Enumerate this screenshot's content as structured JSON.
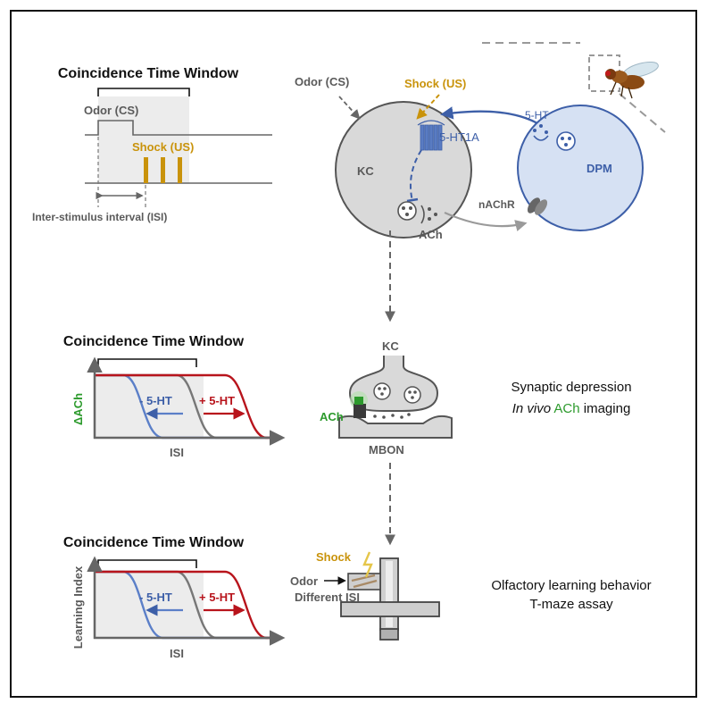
{
  "panel1": {
    "title": "Coincidence Time Window",
    "odor_label": "Odor (CS)",
    "shock_label": "Shock (US)",
    "isi_label": "Inter-stimulus interval (ISI)"
  },
  "circuit": {
    "odor_label": "Odor (CS)",
    "shock_label": "Shock (US)",
    "kc_label": "KC",
    "dpm_label": "DPM",
    "receptor_label": "5-HT1A",
    "serotonin_label": "5-HT",
    "nachr_label": "nAChR",
    "ach_label": "ACh"
  },
  "synapse": {
    "kc_label": "KC",
    "mbon_label": "MBON",
    "ach_label": "ACh"
  },
  "panel2": {
    "title": "Coincidence Time Window",
    "ylabel": "ΔACh",
    "xlabel": "ISI",
    "minus_label": "- 5-HT",
    "plus_label": "+ 5-HT",
    "desc_line1": "Synaptic depression",
    "desc_line2_italic": "In vivo",
    "desc_line2_green": "ACh",
    "desc_line2_rest": "imaging"
  },
  "tmaze": {
    "shock_label": "Shock",
    "odor_label": "Odor",
    "isi_label": "Different ISI"
  },
  "panel3": {
    "title": "Coincidence Time Window",
    "ylabel": "Learning Index",
    "xlabel": "ISI",
    "minus_label": "- 5-HT",
    "plus_label": "+ 5-HT",
    "desc_line1": "Olfactory learning behavior",
    "desc_line2": "T-maze assay"
  },
  "colors": {
    "gold": "#c9930b",
    "blue": "#3d5fa8",
    "red": "#b8141c",
    "green": "#2c9a2c",
    "gray": "#5a5a5a"
  }
}
